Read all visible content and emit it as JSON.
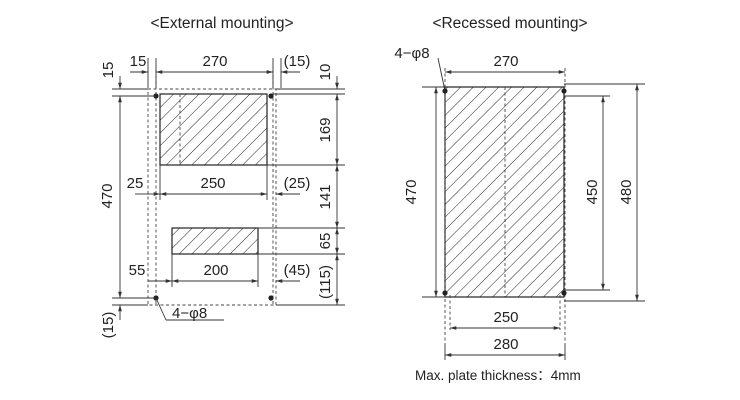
{
  "external": {
    "title": "<External mounting>",
    "dims": {
      "top_left": "15",
      "top_width": "270",
      "top_right": "(15)",
      "left_top": "15",
      "right_top": "10",
      "height_total": "470",
      "upper_height": "169",
      "mid_left": "25",
      "mid_width": "250",
      "mid_right": "(25)",
      "gap_height": "141",
      "lower_height": "65",
      "low_left": "55",
      "low_width": "200",
      "low_right": "(45)",
      "bottom_right": "(115)",
      "bottom_left": "(15)"
    },
    "hole_label": "4−φ8"
  },
  "recessed": {
    "title": "<Recessed mounting>",
    "hole_label": "4−φ8",
    "dims": {
      "top_width": "270",
      "height_left": "470",
      "height_inner": "450",
      "height_outer": "480",
      "bottom_inner": "250",
      "bottom_outer": "280"
    },
    "note": "Max. plate thickness：4mm"
  }
}
